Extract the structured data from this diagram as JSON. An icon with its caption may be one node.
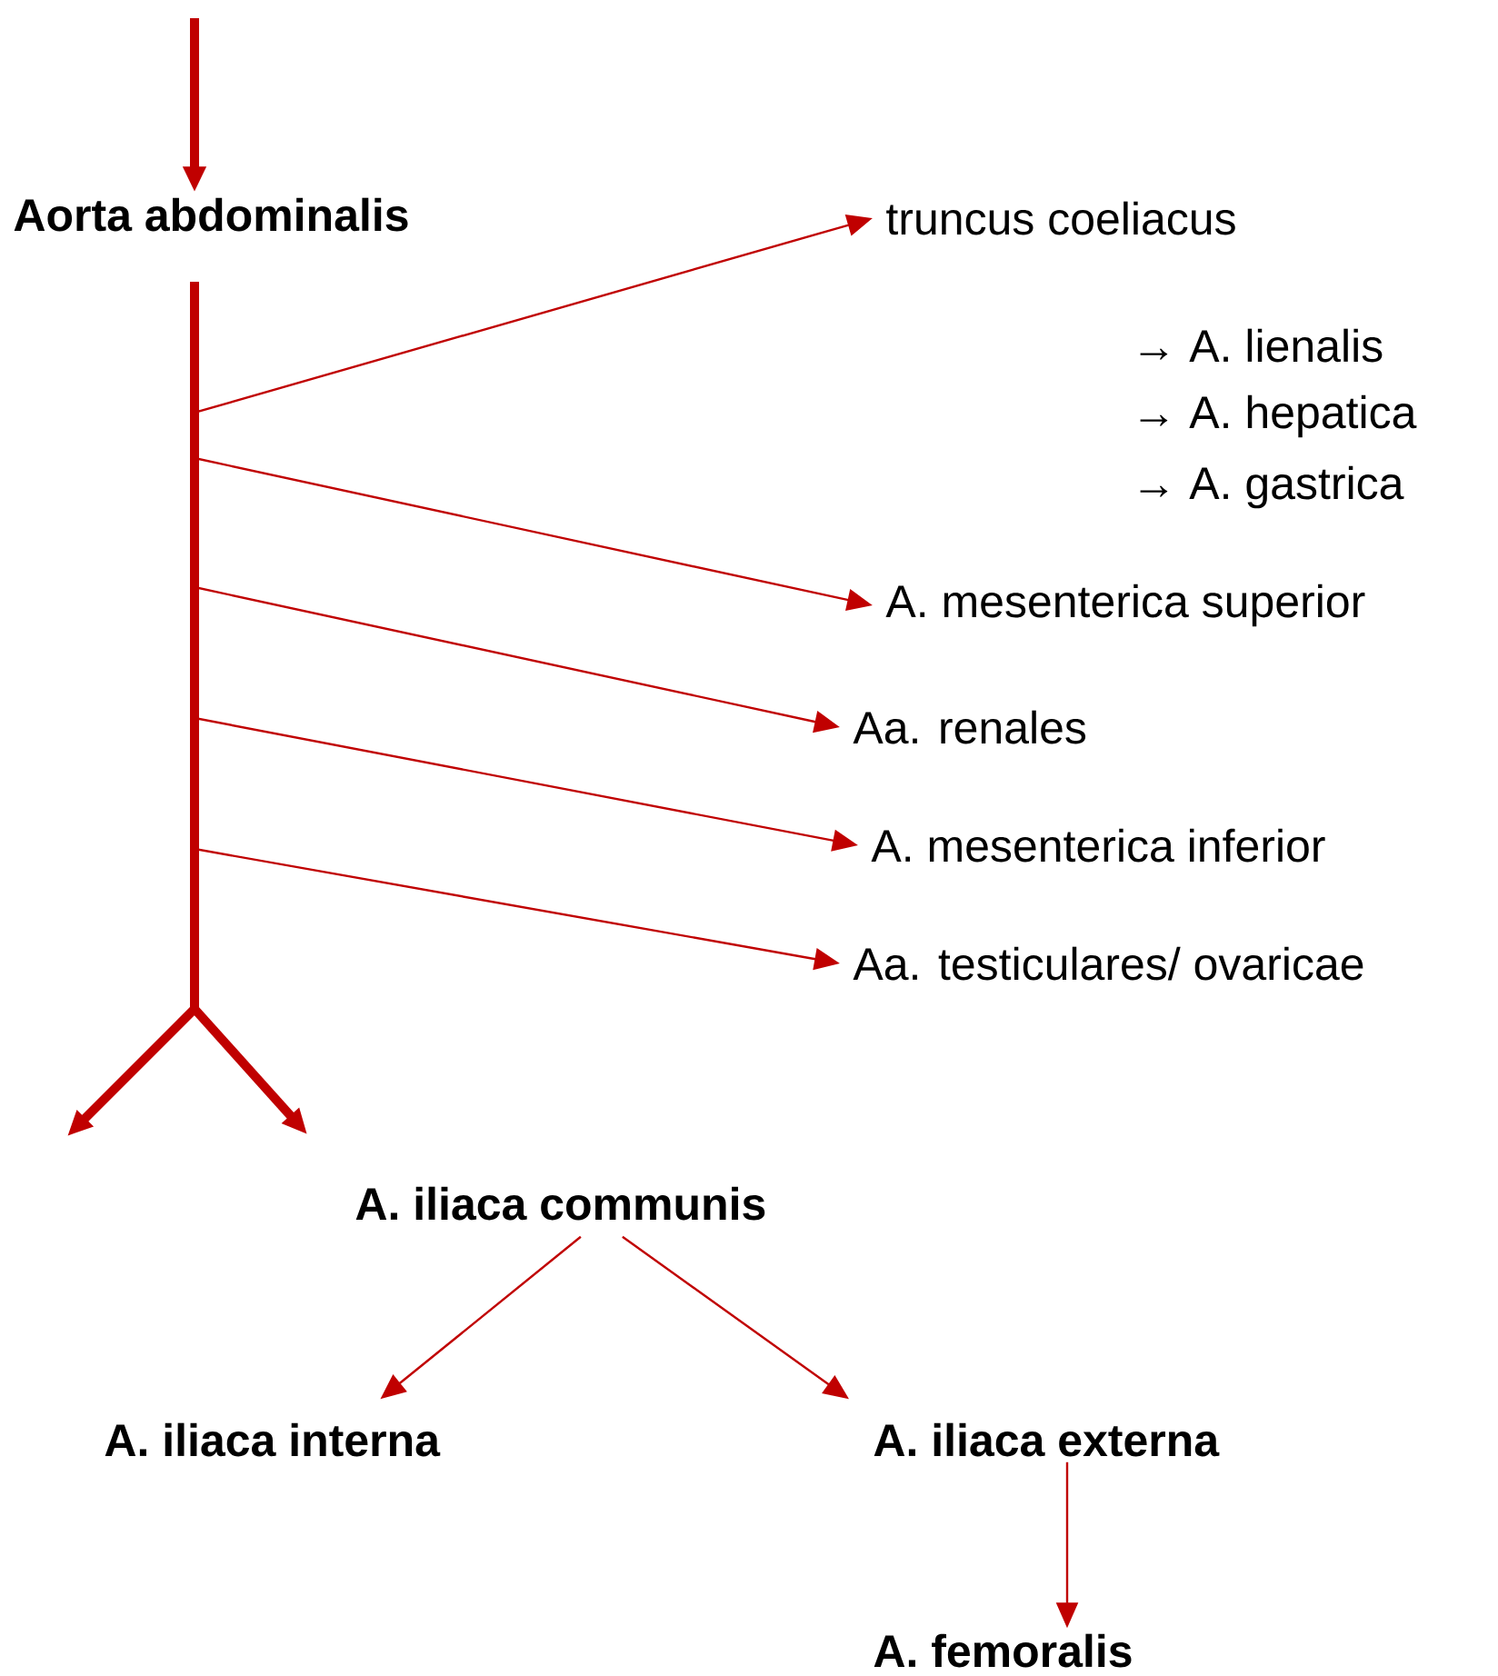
{
  "diagram": {
    "nodes": [
      {
        "text": [
          "Aorta abdominalis"
        ]
      },
      {
        "text": [
          "truncus coeliacus"
        ]
      },
      {
        "text": [
          "A. mesenterica superior"
        ]
      },
      {
        "text": [
          "Aa. renales"
        ]
      },
      {
        "text": [
          "A. mesenterica inferior"
        ]
      },
      {
        "text": [
          "Aa. testiculares/ ovaricae"
        ]
      },
      {
        "text": [
          "A. iliaca communis"
        ]
      },
      {
        "text": [
          "A. iliaca interna"
        ]
      },
      {
        "text": [
          "A. iliaca externa"
        ]
      },
      {
        "text": [
          "A. femoralis"
        ]
      }
    ],
    "edges": [
      {
        "from": null,
        "to": 0,
        "arrow": "to",
        "style": "thick"
      },
      {
        "from": 0,
        "to": 1,
        "arrow": "to"
      },
      {
        "from": 0,
        "to": 2,
        "arrow": "to"
      },
      {
        "from": 0,
        "to": 3,
        "arrow": "to"
      },
      {
        "from": 0,
        "to": 4,
        "arrow": "to"
      },
      {
        "from": 0,
        "to": 5,
        "arrow": "to"
      },
      {
        "from": 0,
        "to": 6,
        "arrow": "to",
        "style": "thick"
      },
      {
        "from": 0,
        "to": null,
        "arrow": "to",
        "style": "thick"
      },
      {
        "from": 6,
        "to": 7,
        "arrow": "to"
      },
      {
        "from": 6,
        "to": 8,
        "arrow": "to"
      },
      {
        "from": 8,
        "to": 9,
        "arrow": "to"
      }
    ],
    "labels": [
      "→ A. lienalis",
      "→ A. hepatica",
      "→ A. gastrica"
    ]
  }
}
